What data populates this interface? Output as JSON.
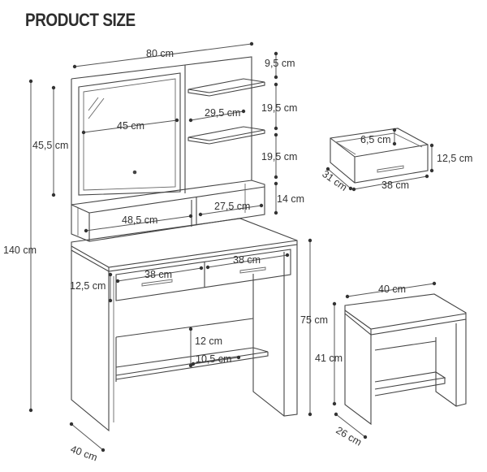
{
  "title": "PRODUCT SIZE",
  "dimensions": {
    "vanity_width": "80 cm",
    "top_shelf_gap": "9,5 cm",
    "shelf_width": "29,5 cm",
    "shelf_gap_1": "19,5 cm",
    "shelf_gap_2": "19,5 cm",
    "lower_shelf_gap": "14 cm",
    "mirror_width": "45 cm",
    "mirror_height": "45,5 cm",
    "total_height": "140 cm",
    "compartment_left_width": "48,5 cm",
    "compartment_right_width": "27,5 cm",
    "drawer_left_width": "38 cm",
    "drawer_right_width": "38 cm",
    "drawer_front_height": "12,5 cm",
    "table_height": "75 cm",
    "bottom_shelf_gap": "12 cm",
    "bottom_shelf_depth": "10,5 cm",
    "vanity_depth": "40 cm",
    "drawer_detail_inner_depth": "6,5 cm",
    "drawer_detail_height": "12,5 cm",
    "drawer_detail_depth": "31 cm",
    "drawer_detail_width": "38 cm",
    "stool_width": "40 cm",
    "stool_height": "41 cm",
    "stool_depth": "26 cm"
  },
  "colors": {
    "line": "#444444",
    "text": "#333333",
    "background": "#ffffff"
  }
}
